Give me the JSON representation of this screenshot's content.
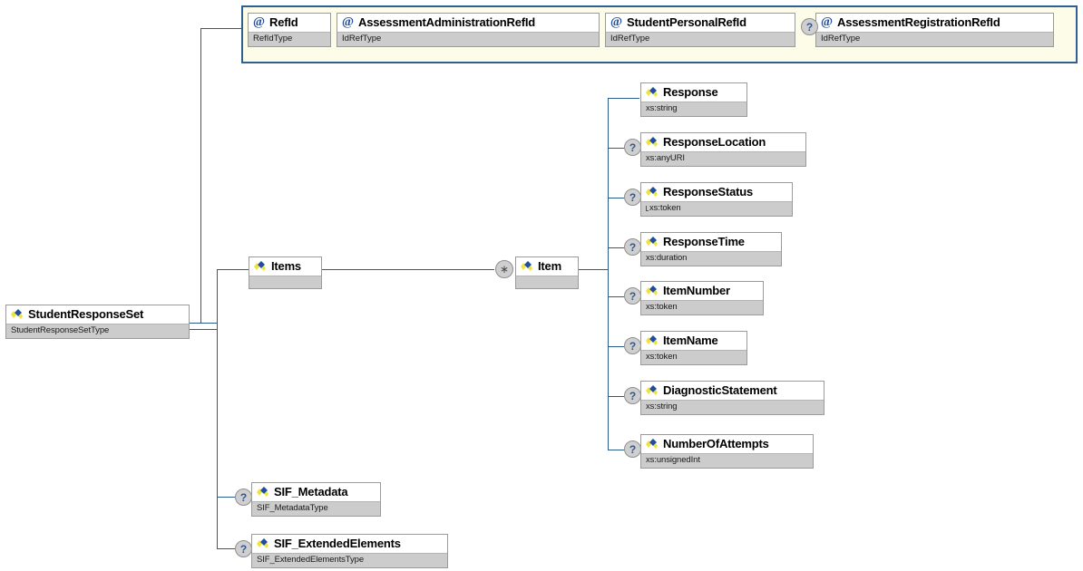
{
  "diagram": {
    "title": "StudentResponseSet XSD schema diagram",
    "accent_line_color": "#2e5c8a",
    "attr_panel_bg": "#fcfce8",
    "attr_panel_border": "#2e6094",
    "type_row_bg": "#cccccc",
    "element_icon_name": "element-icon",
    "attribute_icon_glyph": "@",
    "optional_marker": "?",
    "repeat_marker": "∗"
  },
  "root": {
    "name": "StudentResponseSet",
    "type": "StudentResponseSetType",
    "icon": "element-icon",
    "optional": false
  },
  "attributes": {
    "panel_name": "attributes-panel",
    "items": [
      {
        "name": "RefId",
        "type": "RefIdType",
        "icon": "attribute-icon",
        "optional": false
      },
      {
        "name": "AssessmentAdministrationRefId",
        "type": "IdRefType",
        "icon": "attribute-icon",
        "optional": false
      },
      {
        "name": "StudentPersonalRefId",
        "type": "IdRefType",
        "icon": "attribute-icon",
        "optional": false
      },
      {
        "name": "AssessmentRegistrationRefId",
        "type": "IdRefType",
        "icon": "attribute-icon",
        "optional": true
      }
    ]
  },
  "children": {
    "items_node": {
      "name": "Items",
      "type": "",
      "icon": "element-icon",
      "optional": false
    },
    "item_node": {
      "name": "Item",
      "type": "",
      "icon": "element-icon",
      "optional": false,
      "repeat": true
    },
    "sif_metadata": {
      "name": "SIF_Metadata",
      "type": "SIF_MetadataType",
      "icon": "element-icon",
      "optional": true
    },
    "sif_extended": {
      "name": "SIF_ExtendedElements",
      "type": "SIF_ExtendedElementsType",
      "icon": "element-icon",
      "optional": true
    }
  },
  "item_children": [
    {
      "name": "Response",
      "type": "xs:string",
      "icon": "element-icon",
      "optional": false,
      "restricted": false
    },
    {
      "name": "ResponseLocation",
      "type": "xs:anyURI",
      "icon": "element-icon",
      "optional": true,
      "restricted": false
    },
    {
      "name": "ResponseStatus",
      "type": "xs:token",
      "icon": "element-icon",
      "optional": true,
      "restricted": true
    },
    {
      "name": "ResponseTime",
      "type": "xs:duration",
      "icon": "element-icon",
      "optional": true,
      "restricted": false
    },
    {
      "name": "ItemNumber",
      "type": "xs:token",
      "icon": "element-icon",
      "optional": true,
      "restricted": false
    },
    {
      "name": "ItemName",
      "type": "xs:token",
      "icon": "element-icon",
      "optional": true,
      "restricted": false
    },
    {
      "name": "DiagnosticStatement",
      "type": "xs:string",
      "icon": "element-icon",
      "optional": true,
      "restricted": false
    },
    {
      "name": "NumberOfAttempts",
      "type": "xs:unsignedInt",
      "icon": "element-icon",
      "optional": true,
      "restricted": false
    }
  ]
}
